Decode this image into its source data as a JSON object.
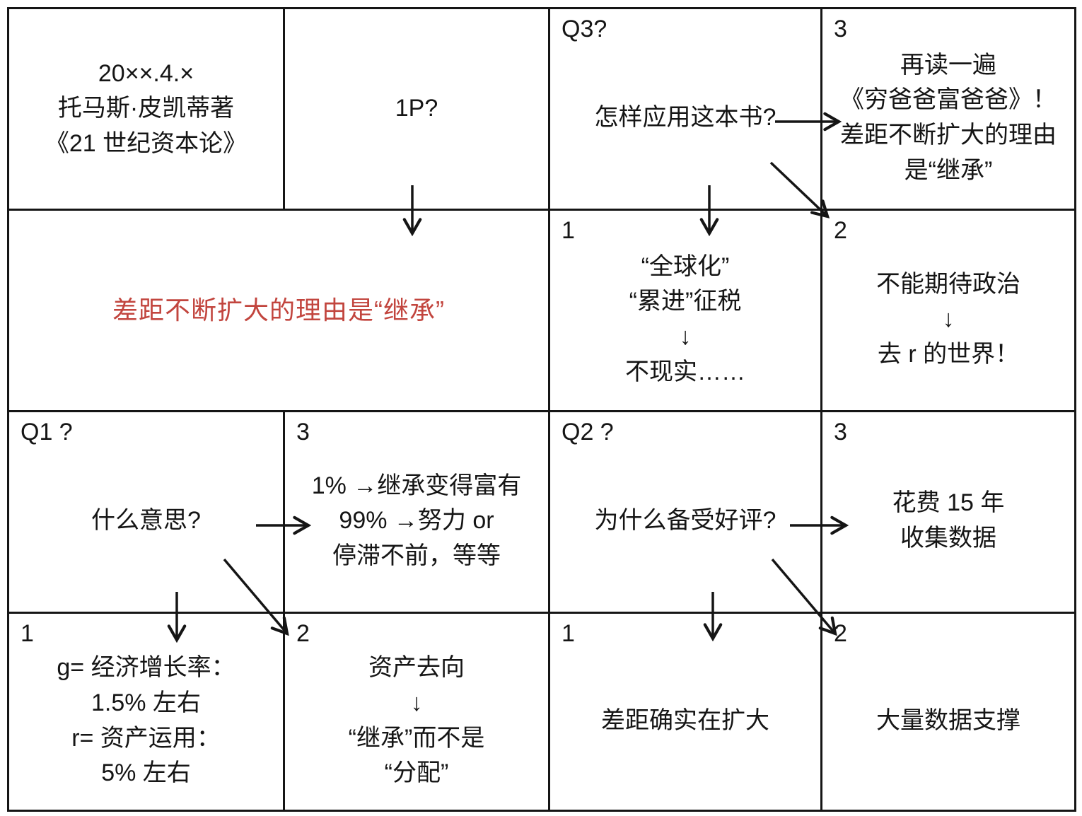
{
  "colors": {
    "accent_red": "#c2453e",
    "line": "#151515"
  },
  "cells": {
    "book": {
      "body": "20××.4.×\n托马斯·皮凯蒂著\n《21 世纪资本论》"
    },
    "one_p": {
      "body": "1P?"
    },
    "q3": {
      "label": "Q3?",
      "body": "怎样应用这本书?"
    },
    "q3_a3": {
      "label": "3",
      "body": "再读一遍\n《穷爸爸富爸爸》！\n差距不断扩大的理由\n是“继承”"
    },
    "conclusion": {
      "body": "差距不断扩大的理由是“继承”"
    },
    "q3_a1": {
      "label": "1",
      "body": "“全球化”\n“累进”征税\n↓\n不现实……"
    },
    "q3_a2": {
      "label": "2",
      "body": "不能期待政治\n↓\n去 r 的世界！"
    },
    "q1": {
      "label": "Q1 ?",
      "body": "什么意思?"
    },
    "q1_a3": {
      "label": "3",
      "body": "1% →继承变得富有\n99% →努力 or\n停滞不前，等等"
    },
    "q2": {
      "label": "Q2 ?",
      "body": "为什么备受好评?"
    },
    "q2_a3": {
      "label": "3",
      "body": "花费 15 年\n收集数据"
    },
    "q1_a1": {
      "label": "1",
      "body": "g= 经济增长率：\n1.5% 左右\nr= 资产运用：\n5% 左右"
    },
    "q1_a2": {
      "label": "2",
      "body": "资产去向\n↓\n“继承”而不是\n“分配”"
    },
    "q2_a1": {
      "label": "1",
      "body": "差距确实在扩大"
    },
    "q2_a2": {
      "label": "2",
      "body": "大量数据支撑"
    }
  }
}
